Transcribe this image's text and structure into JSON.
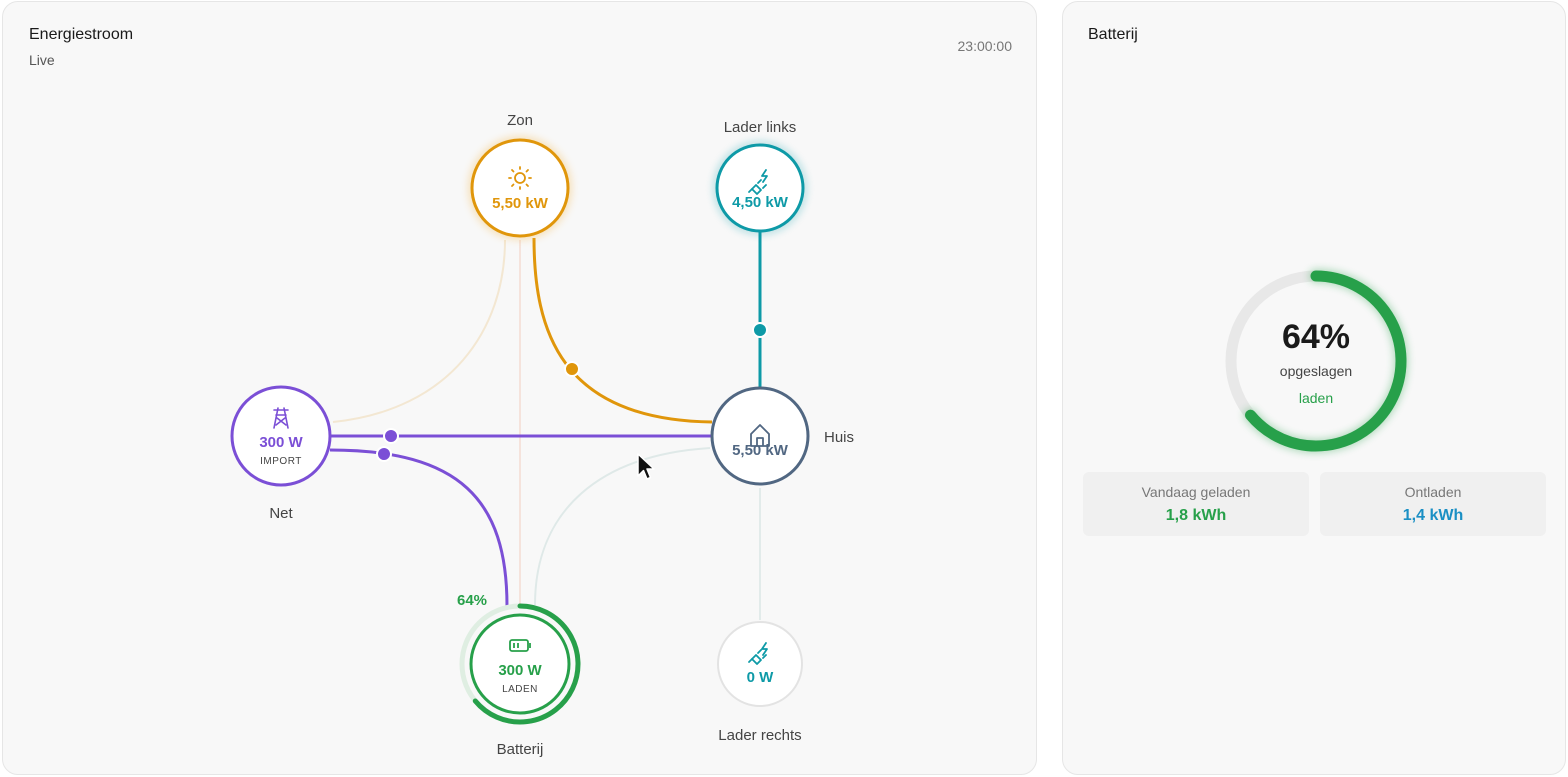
{
  "flow": {
    "title": "Energiestroom",
    "subtitle": "Live",
    "time": "23:00:00",
    "nodes": {
      "solar": {
        "label": "Zon",
        "value": "5,50 kW",
        "icon": "sun-icon",
        "color": "#e0960b"
      },
      "charger_left": {
        "label": "Lader links",
        "value": "4,50 kW",
        "icon": "ev-plug-icon",
        "color": "#0e9aa7"
      },
      "grid": {
        "label": "Net",
        "value": "300 W",
        "sub": "IMPORT",
        "icon": "power-pylon-icon",
        "color": "#7b4fd6"
      },
      "home": {
        "label": "Huis",
        "value": "5,50 kW",
        "icon": "home-icon",
        "color": "#516782"
      },
      "battery": {
        "label": "Batterij",
        "value": "300 W",
        "sub": "LADEN",
        "percent": "64%",
        "level": 0.64,
        "icon": "battery-icon",
        "color": "#27a04a"
      },
      "charger_right": {
        "label": "Lader rechts",
        "value": "0 W",
        "icon": "ev-plug-icon",
        "color": "#0e9aa7"
      }
    }
  },
  "battery_panel": {
    "title": "Batterij",
    "percent": "64%",
    "level": 0.64,
    "stored_label": "opgeslagen",
    "state": "laden",
    "charged_label": "Vandaag geladen",
    "charged_value": "1,8 kWh",
    "discharged_label": "Ontladen",
    "discharged_value": "1,4 kWh",
    "colors": {
      "charge": "#27a04a",
      "discharge": "#1a8fc4"
    }
  }
}
